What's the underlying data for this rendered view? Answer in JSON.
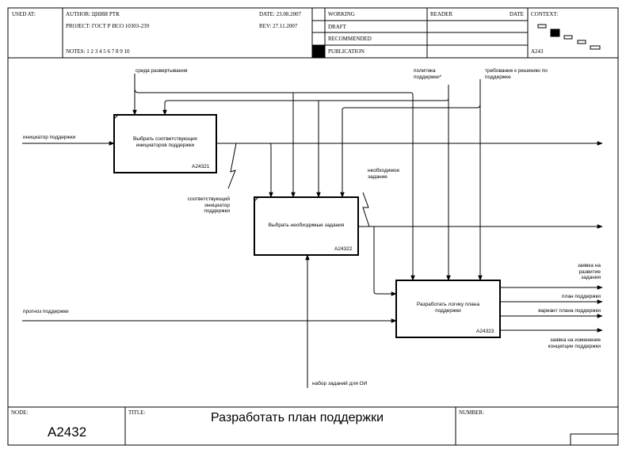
{
  "header": {
    "used_at": "USED AT:",
    "author": "AUTHOR: ЦНИИ РТК",
    "project": "PROJECT: ГОСТ Р ИСО 10303-239",
    "notes": "NOTES: 1 2 3 4 5 6 7 8 9 10",
    "date": "DATE: 23.08.2007",
    "rev": "REV: 27.11.2007",
    "status": [
      "WORKING",
      "DRAFT",
      "RECOMMENDED",
      "PUBLICATION"
    ],
    "reader": "READER",
    "reader_date": "DATE",
    "context": "CONTEXT:",
    "context_node": "A243"
  },
  "boxes": [
    {
      "title": "Выбрать соответствующих инициаторов поддержки",
      "id": "A24321"
    },
    {
      "title": "Выбрать необходимые задания",
      "id": "A24322"
    },
    {
      "title": "Разработать логику плана поддержки",
      "id": "A24323"
    }
  ],
  "arrows": {
    "env": "среда развертывания",
    "policy": "политика поддержки*",
    "requirement": "требование к решению по поддержке",
    "initiator": "инициатор поддержки",
    "matching": "соответствующий инициатор поддержки",
    "needed": "необходимое задание",
    "forecast": "прогноз поддержки",
    "taskset": "набор заданий для ОИ",
    "dev_request": "заявка на развитие задания",
    "plan": "план поддержки",
    "variant": "вариант плана поддержки",
    "change_request": "заявка на изменение концепции поддержки"
  },
  "footer": {
    "node_label": "NODE:",
    "node": "A2432",
    "title_label": "TITLE:",
    "title": "Разработать план поддержки",
    "number_label": "NUMBER:"
  }
}
